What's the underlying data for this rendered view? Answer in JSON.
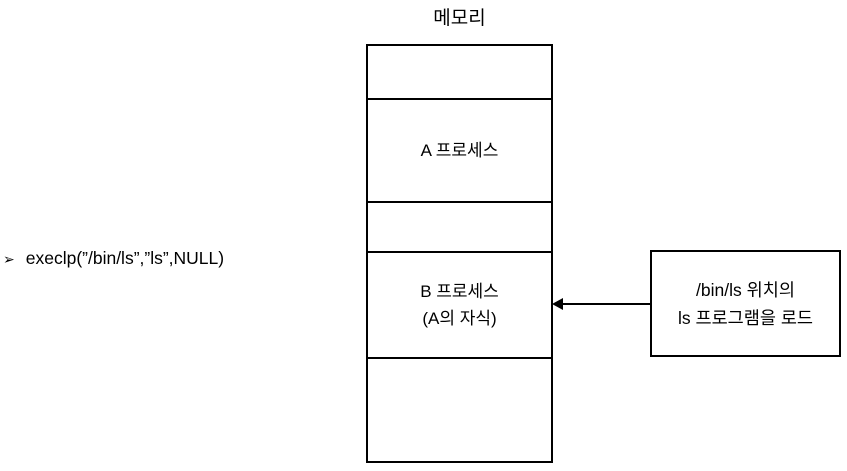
{
  "diagram": {
    "title": "메모리",
    "memory_cells": [
      {
        "label": ""
      },
      {
        "label": "A 프로세스"
      },
      {
        "label": ""
      },
      {
        "label": "B 프로세스",
        "sublabel": "(A의 자식)"
      },
      {
        "label": ""
      }
    ],
    "code_line": {
      "bullet": "➢",
      "text": "execlp(”/bin/ls”,”ls”,NULL)"
    },
    "callout": {
      "line1": "/bin/ls 위치의",
      "line2": "ls 프로그램을 로드"
    },
    "colors": {
      "line": "#000000",
      "background": "#ffffff"
    }
  }
}
